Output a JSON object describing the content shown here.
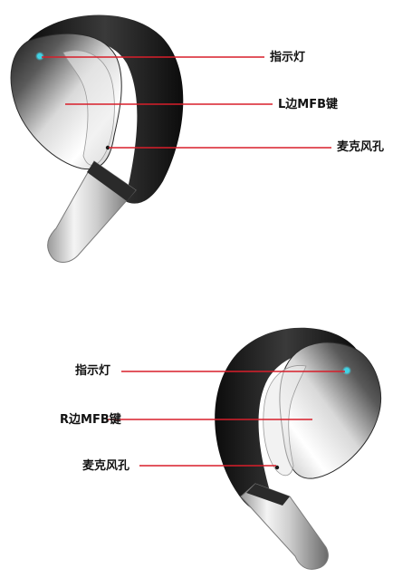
{
  "earbud_left": {
    "callouts": [
      {
        "label": "指示灯"
      },
      {
        "label": "L边MFB键"
      },
      {
        "label": "麦克风孔"
      }
    ]
  },
  "earbud_right": {
    "callouts": [
      {
        "label": "指示灯"
      },
      {
        "label": "R边MFB键"
      },
      {
        "label": "麦克风孔"
      }
    ]
  },
  "colors": {
    "leader_line": "#d81e2a",
    "indicator_led": "#3fd3e6",
    "shell_dark": "#141414",
    "label_text": "#111111"
  }
}
